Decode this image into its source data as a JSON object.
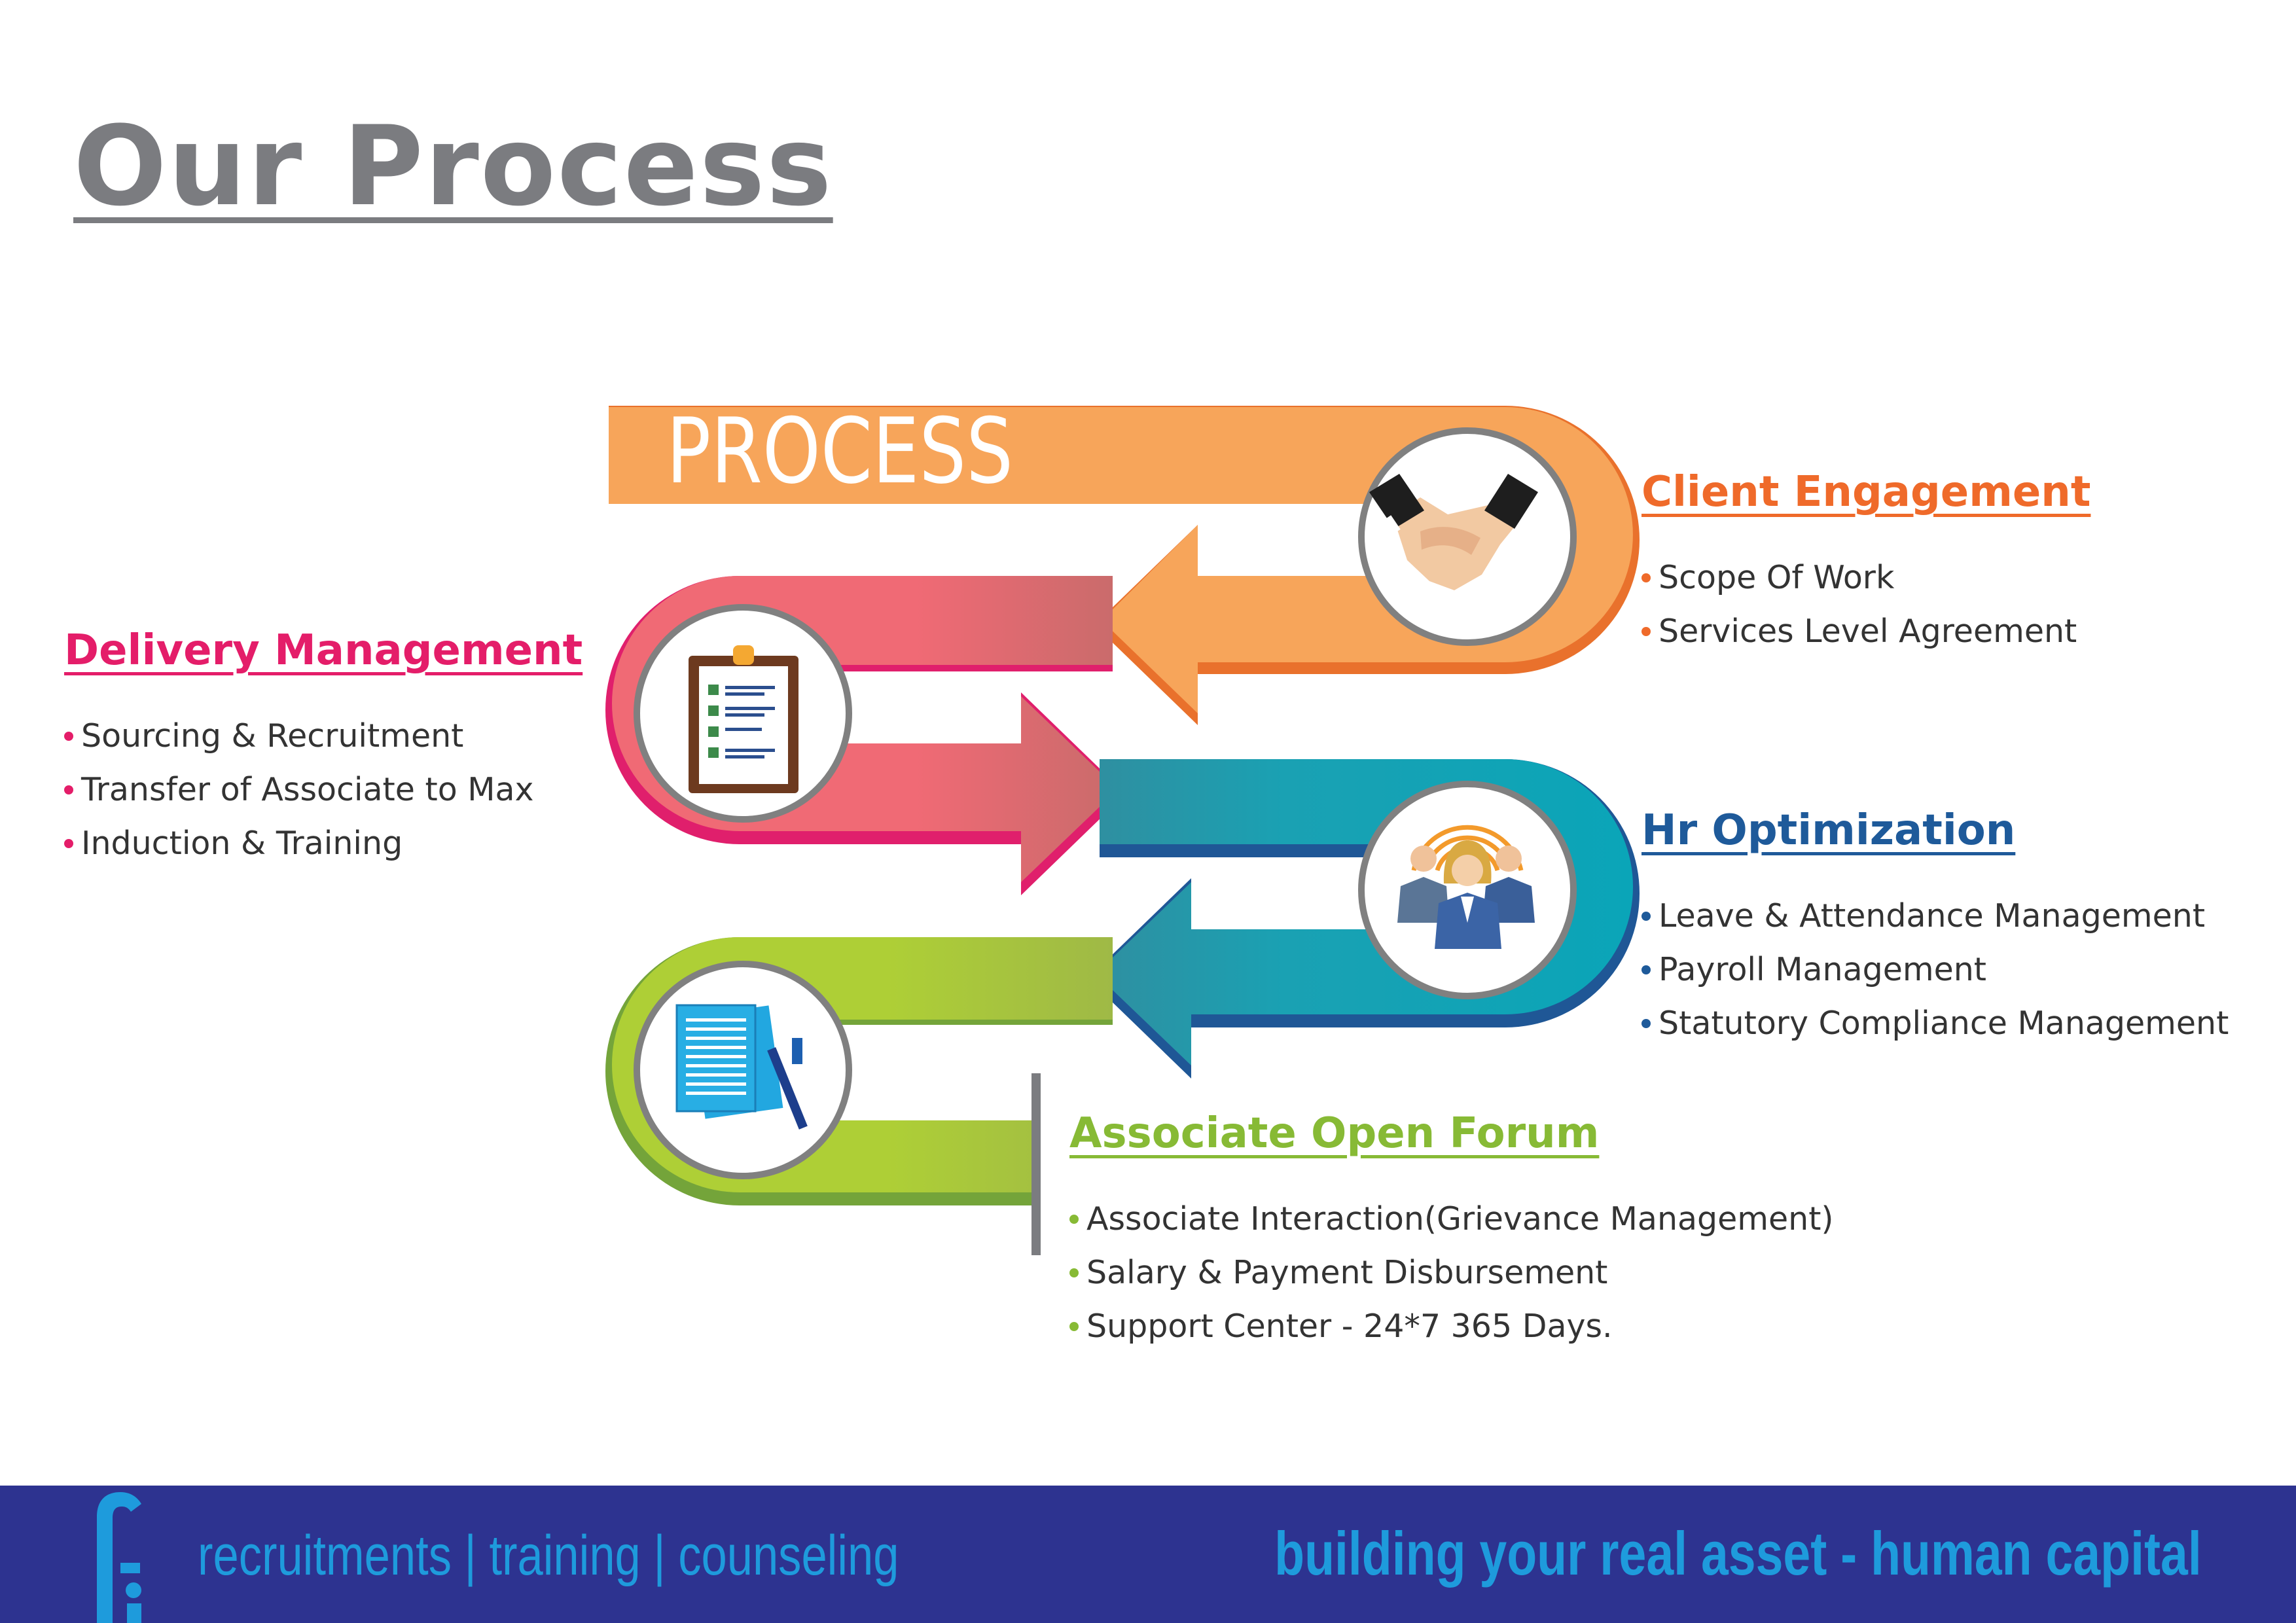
{
  "page": {
    "title": "Our Process"
  },
  "diagram": {
    "banner_label": "PROCESS",
    "stages": [
      {
        "id": "client-engagement",
        "icon": "handshake-icon",
        "color": "#ef6a2a"
      },
      {
        "id": "delivery-management",
        "icon": "clipboard-icon",
        "color": "#e41d69"
      },
      {
        "id": "hr-optimization",
        "icon": "team-icon",
        "color": "#1e5a9a"
      },
      {
        "id": "associate-open-forum",
        "icon": "documents-pen-icon",
        "color": "#87ba35"
      }
    ]
  },
  "client_engagement": {
    "heading": "Client Engagement",
    "items": [
      "Scope Of Work",
      "Services Level Agreement"
    ],
    "bullet_color": "#ef6a2a"
  },
  "delivery_management": {
    "heading": "Delivery Management",
    "items": [
      "Sourcing & Recruitment",
      "Transfer of Associate to Max",
      "Induction & Training"
    ],
    "bullet_color": "#e41d69"
  },
  "hr_optimization": {
    "heading": "Hr Optimization",
    "items": [
      "Leave & Attendance Management",
      "Payroll Management",
      "Statutory Compliance Management"
    ],
    "bullet_color": "#1e5a9a"
  },
  "associate_open_forum": {
    "heading": "Associate Open Forum",
    "items": [
      "Associate Interaction(Grievance Management)",
      "Salary & Payment Disbursement",
      "Support Center - 24*7 365 Days."
    ],
    "bullet_color": "#87ba35"
  },
  "footer": {
    "logo_icon": "company-logo-icon",
    "services": "recruitments | training | counseling",
    "tagline": "building your real asset - human capital",
    "background": "#2d3390",
    "text_color": "#1e9bdc"
  }
}
